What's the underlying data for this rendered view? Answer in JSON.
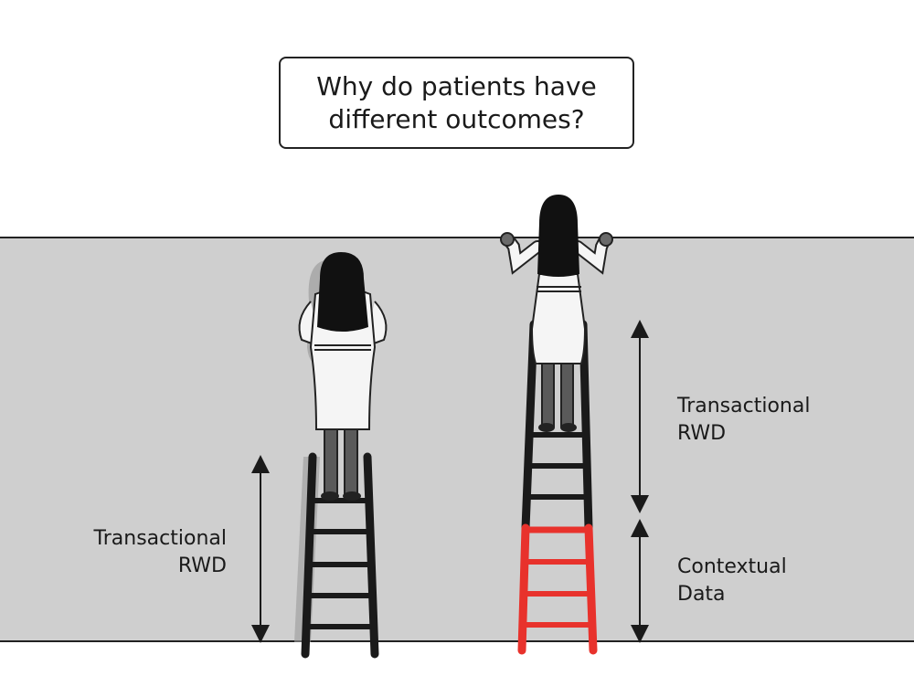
{
  "title": "Why do patients have different outcomes?",
  "left_label": {
    "line1": "Transactional",
    "line2": "RWD"
  },
  "right_upper_label": {
    "line1": "Transactional",
    "line2": "RWD"
  },
  "right_lower_label": {
    "line1": "Contextual",
    "line2": "Data"
  },
  "colors": {
    "wall": "#cfcfcf",
    "ladder_transactional": "#1a1a1a",
    "ladder_contextual": "#e8322c",
    "outline": "#222222"
  }
}
